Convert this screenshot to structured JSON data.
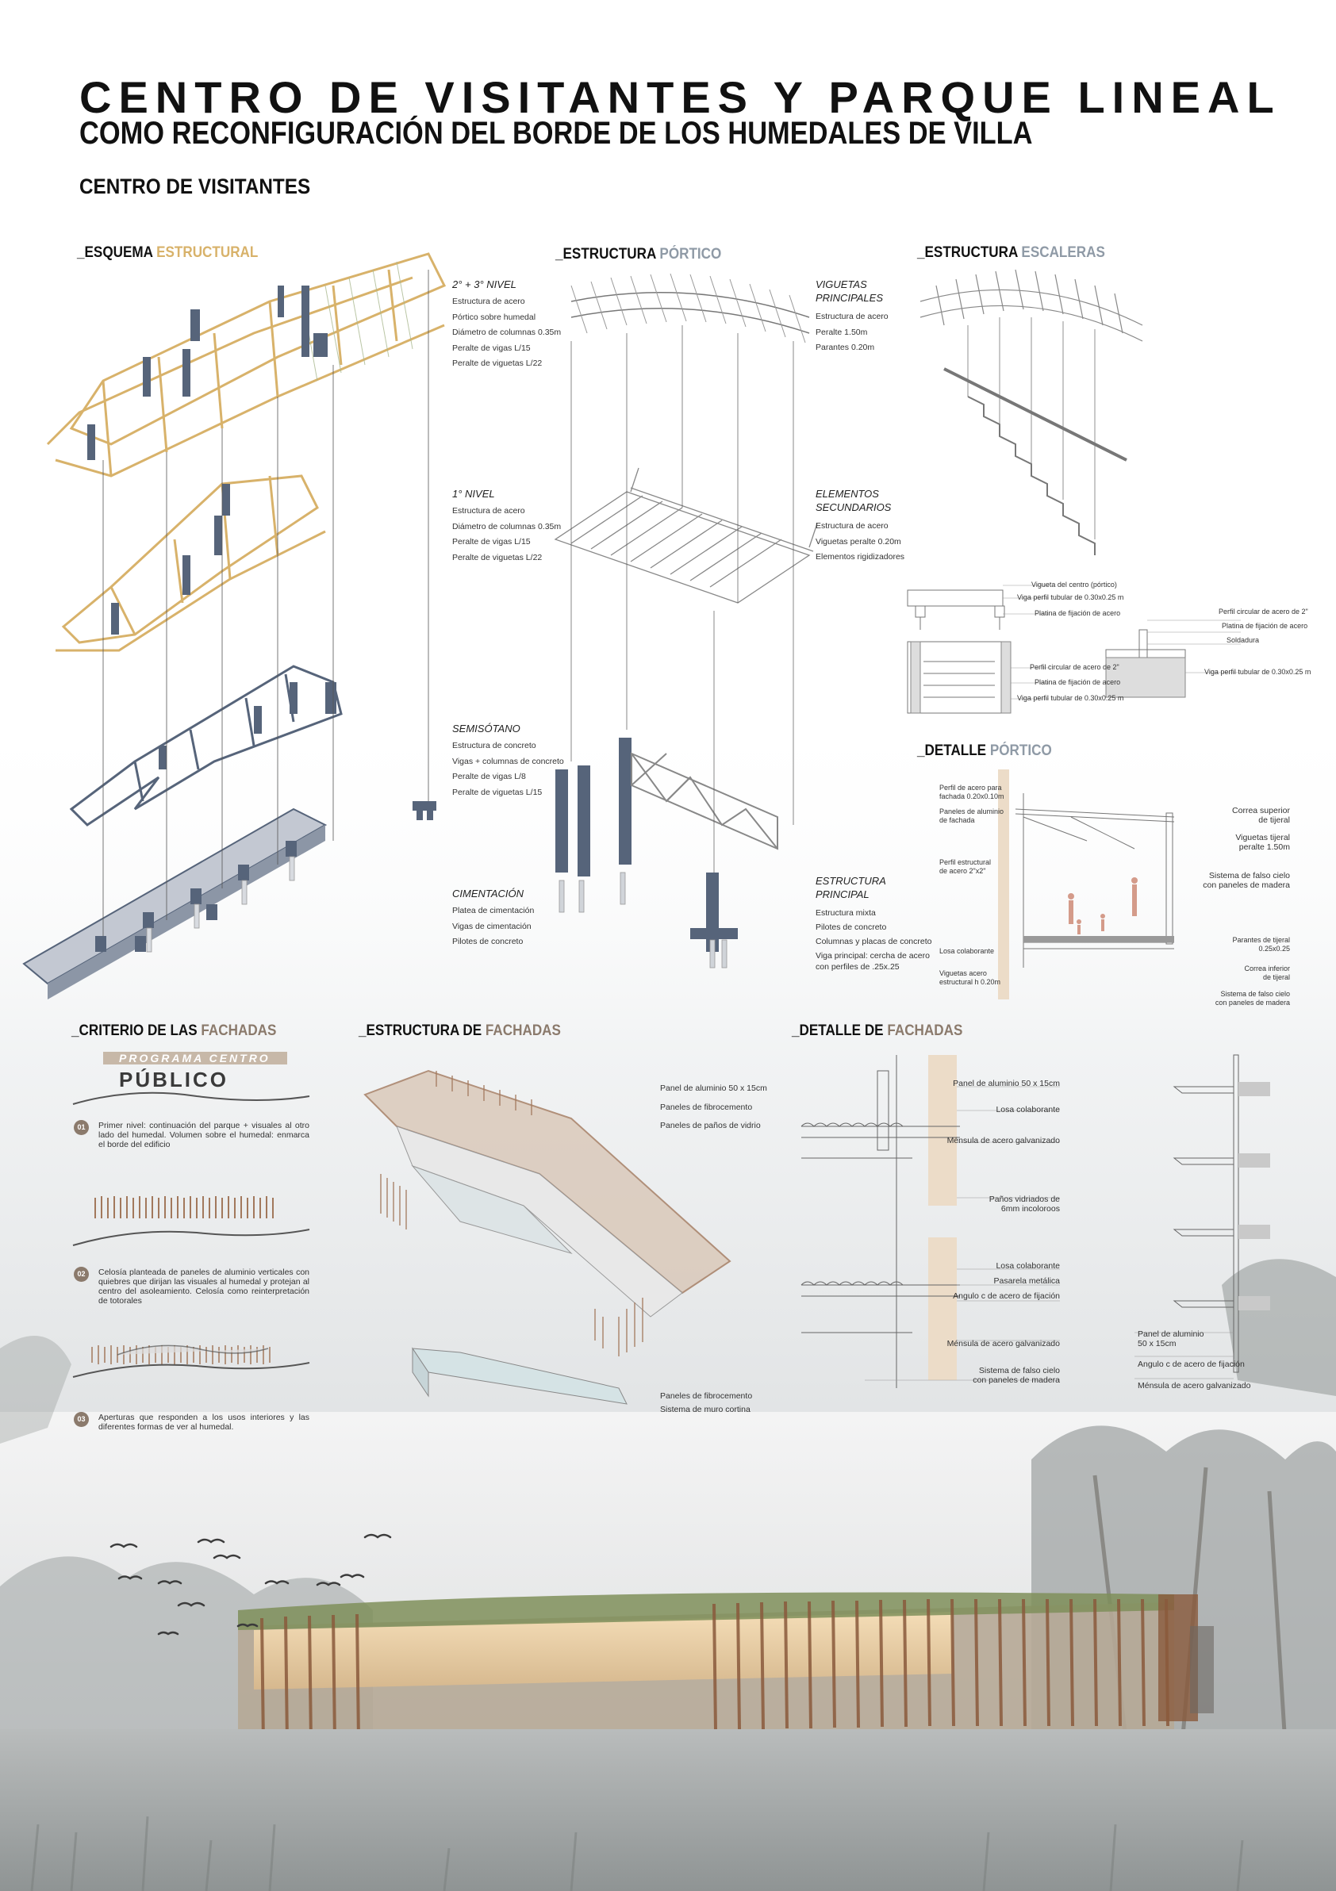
{
  "header": {
    "title_line1": "CENTRO DE VISITANTES Y PARQUE LINEAL",
    "title_line2": "COMO RECONFIGURACIÓN DEL BORDE DE LOS HUMEDALES DE VILLA",
    "subtitle": "CENTRO DE VISITANTES"
  },
  "colors": {
    "gold": "#d8b26a",
    "slate": "#56647a",
    "grey_accent": "#8f9aa6",
    "brown_accent": "#8b7a6c",
    "timber": "#a2785c"
  },
  "esquema": {
    "heading_prefix": "_ESQUEMA",
    "heading_accent": "ESTRUCTURAL",
    "levels": [
      {
        "name": "2° + 3° NIVEL",
        "notes": [
          "Estructura de acero",
          "Pórtico sobre humedal",
          "Diámetro de columnas 0.35m",
          "Peralte de vigas L/15",
          "Peralte de viguetas L/22"
        ]
      },
      {
        "name": "1° NIVEL",
        "notes": [
          "Estructura de acero",
          "Diámetro de columnas 0.35m",
          "Peralte de vigas L/15",
          "Peralte de viguetas L/22"
        ]
      },
      {
        "name": "SEMISÓTANO",
        "notes": [
          "Estructura de concreto",
          "Vigas + columnas de concreto",
          "Peralte de vigas L/8",
          "Peralte de viguetas L/15"
        ]
      },
      {
        "name": "CIMENTACIÓN",
        "notes": [
          "Platea de cimentación",
          "Vigas de cimentación",
          "Pilotes de concreto"
        ]
      }
    ]
  },
  "portico": {
    "heading_prefix": "_ESTRUCTURA",
    "heading_accent": "PÓRTICO",
    "groups": [
      {
        "name_line1": "VIGUETAS",
        "name_line2": "PRINCIPALES",
        "notes": [
          "Estructura de acero",
          "Peralte 1.50m",
          "Parantes 0.20m"
        ]
      },
      {
        "name_line1": "ELEMENTOS",
        "name_line2": "SECUNDARIOS",
        "notes": [
          "Estructura de acero",
          "Viguetas peralte 0.20m",
          "Elementos rigidizadores"
        ]
      },
      {
        "name_line1": "ESTRUCTURA",
        "name_line2": "PRINCIPAL",
        "notes": [
          "Estructura mixta",
          "Pilotes de concreto",
          "Columnas y placas de concreto",
          "Viga principal: cercha de acero",
          "con perfiles de .25x.25"
        ]
      }
    ]
  },
  "escaleras": {
    "heading_prefix": "_ESTRUCTURA",
    "heading_accent": "ESCALERAS",
    "detail_labels_left": [
      "Vigueta del centro (pórtico)",
      "Viga perfil tubular de 0.30x0.25 m",
      "Platina de fijación de acero",
      "Perfil circular de acero de 2\"",
      "Platina de fijación de acero",
      "Viga perfil tubular de 0.30x0.25 m"
    ],
    "detail_labels_right": [
      "Perfil circular de acero de 2\"",
      "Platina de fijación de acero",
      "Soldadura",
      "Viga perfil tubular de 0.30x0.25 m"
    ]
  },
  "detalle_portico": {
    "heading_prefix": "_DETALLE",
    "heading_accent": "PÓRTICO",
    "labels_left": [
      "Perfil de acero para",
      "fachada 0.20x0.10m",
      "Paneles de aluminio",
      "de fachada",
      "Perfil estructural",
      "de acero 2\"x2\"",
      "Losa colaborante",
      "Viguetas acero",
      "estructural h 0.20m"
    ],
    "labels_right": [
      "Correa superior",
      "de tijeral",
      "Viguetas tijeral",
      "peralte 1.50m",
      "Sistema de falso cielo",
      "con paneles de madera",
      "Parantes de tijeral",
      "0.25x0.25",
      "Correa inferior",
      "de tijeral",
      "Sistema de falso cielo",
      "con paneles de madera"
    ]
  },
  "criterio": {
    "heading_prefix": "_CRITERIO DE LAS",
    "heading_accent": "FACHADAS",
    "badge_top": "PROGRAMA CENTRO",
    "badge_bottom": "PÚBLICO",
    "items": [
      {
        "num": "01",
        "text": "Primer nivel: continuación del parque + visuales al otro lado del humedal. Volumen sobre el humedal: enmarca el borde del edificio"
      },
      {
        "num": "02",
        "text": "Celosía planteada de paneles de aluminio verticales con quiebres que dirijan las visuales al humedal y protejan al centro del asoleamiento. Celosía como reinterpretación de totorales"
      },
      {
        "num": "03",
        "text": "Aperturas que responden a los usos interiores y las diferentes formas de ver al humedal."
      }
    ]
  },
  "estructura_fachadas": {
    "heading_prefix": "_ESTRUCTURA DE",
    "heading_accent": "FACHADAS",
    "labels_top": [
      "Panel de aluminio 50 x 15cm",
      "Paneles de fibrocemento",
      "Paneles de paños de vidrio"
    ],
    "labels_bottom": [
      "Paneles de fibrocemento",
      "Sistema de muro cortina"
    ]
  },
  "detalle_fachadas": {
    "heading_prefix": "_DETALLE DE",
    "heading_accent": "FACHADAS",
    "labels": [
      {
        "l1": "Panel de aluminio 50 x 15cm",
        "l2": ""
      },
      {
        "l1": "Losa colaborante",
        "l2": ""
      },
      {
        "l1": "Ménsula de acero galvanizado",
        "l2": ""
      },
      {
        "l1": "Paños vidriados de",
        "l2": "6mm incoloroos"
      },
      {
        "l1": "Losa colaborante",
        "l2": ""
      },
      {
        "l1": "Pasarela metálica",
        "l2": ""
      },
      {
        "l1": "Angulo c de acero de fijación",
        "l2": ""
      },
      {
        "l1": "Ménsula de acero galvanizado",
        "l2": ""
      },
      {
        "l1": "Sistema de falso cielo",
        "l2": "con paneles de madera"
      }
    ],
    "labels_right": [
      "Panel de aluminio",
      "50 x 15cm",
      "Angulo c de acero de fijación",
      "Ménsula de acero galvanizado"
    ]
  }
}
